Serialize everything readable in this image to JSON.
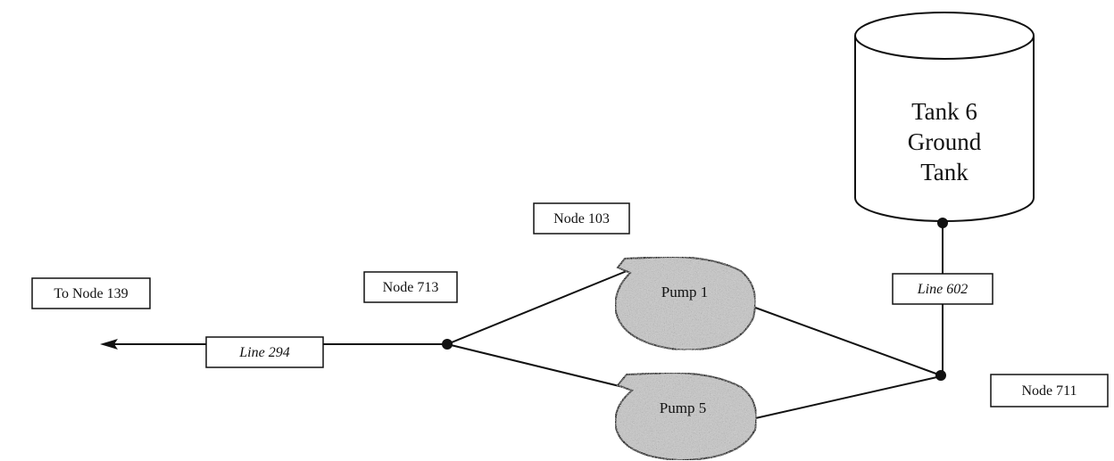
{
  "tank": {
    "lines": [
      "Tank 6",
      "Ground",
      "Tank"
    ]
  },
  "labels": {
    "node_103": "Node 103",
    "node_713": "Node 713",
    "node_711": "Node 711",
    "to_node_139": "To Node 139",
    "line_602": "Line 602",
    "line_294": "Line 294"
  },
  "pumps": {
    "pump_1": "Pump 1",
    "pump_5": "Pump 5"
  },
  "colors": {
    "stroke": "#111111",
    "pump_fill": "#c7c7c7",
    "background": "#ffffff"
  }
}
